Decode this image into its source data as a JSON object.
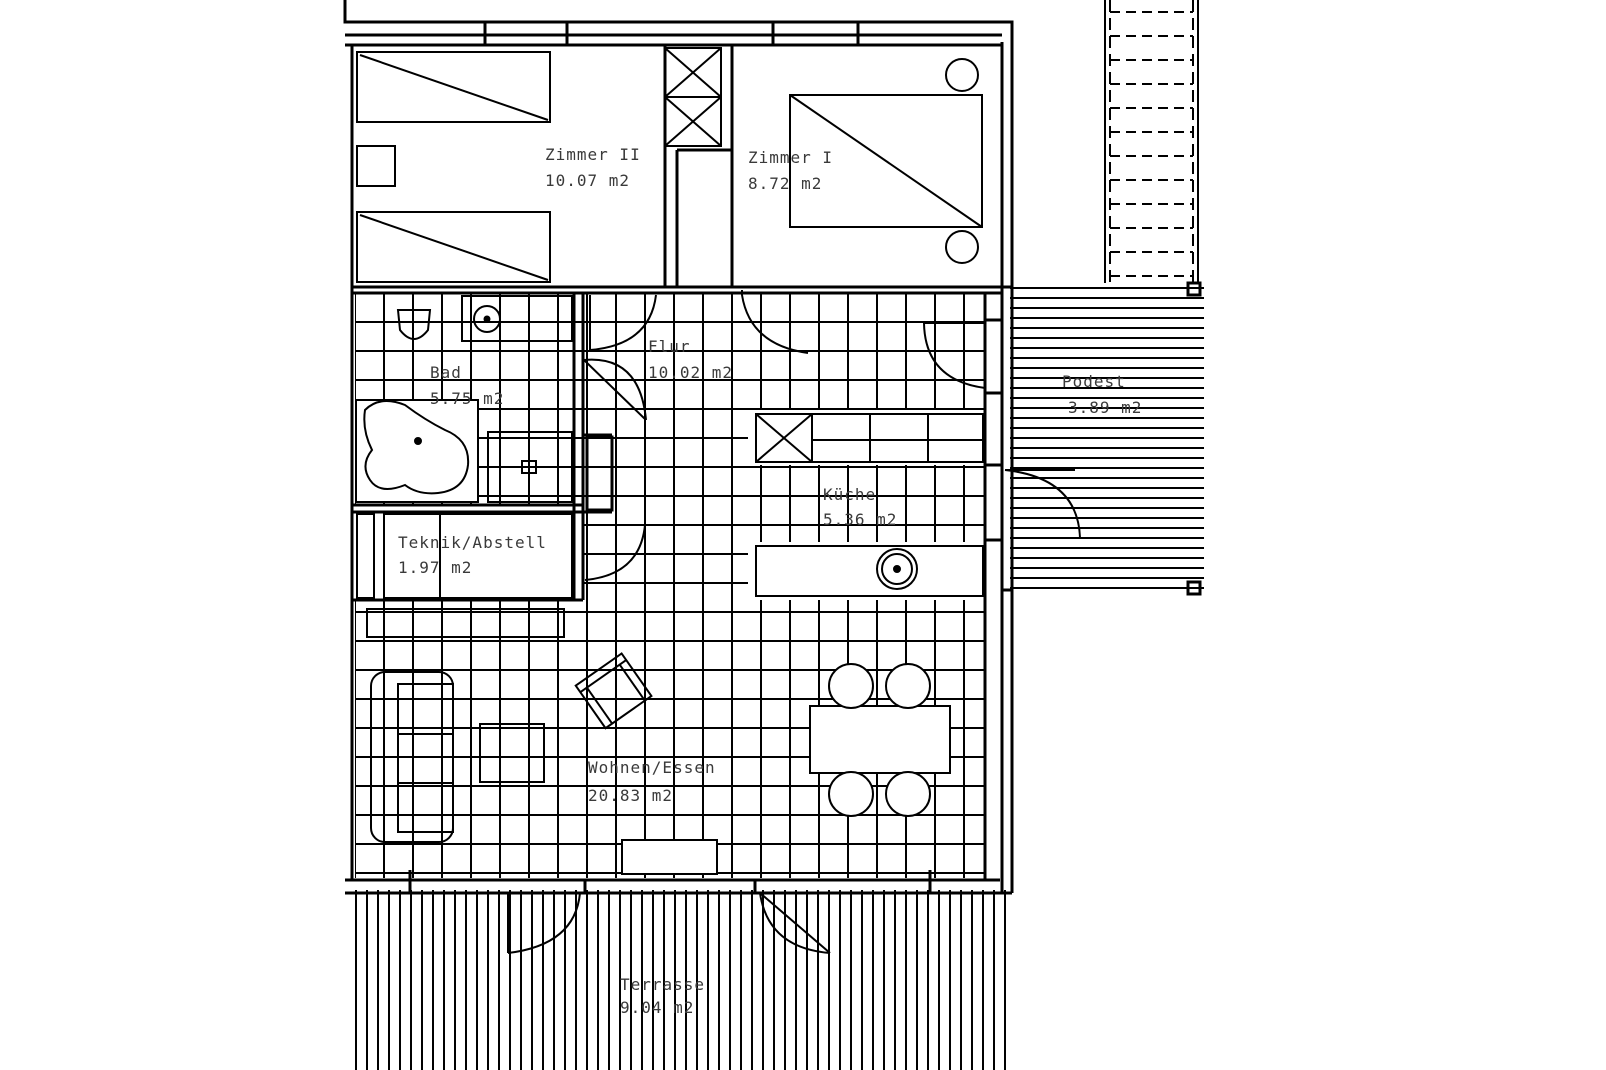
{
  "rooms": {
    "zimmer2": {
      "name": "Zimmer II",
      "area": "10.07 m2"
    },
    "zimmer1": {
      "name": "Zimmer I",
      "area": "8.72 m2"
    },
    "flur": {
      "name": "Flur",
      "area": "10.02 m2"
    },
    "bad": {
      "name": "Bad",
      "area": "5.75 m2"
    },
    "podest": {
      "name": "Podest",
      "area": "3.89 m2"
    },
    "kueche": {
      "name": "Küche",
      "area": "5.36 m2"
    },
    "technik": {
      "name": "Teknik/Abstell",
      "area": "1.97  m2"
    },
    "wohnen": {
      "name": "Wohnen/Essen",
      "area": "20.83 m2"
    },
    "terrasse": {
      "name": "Terrasse",
      "area": "9.04 m2"
    }
  },
  "colors": {
    "line": "#000000",
    "background": "#ffffff",
    "label": "#3a3a3a"
  }
}
